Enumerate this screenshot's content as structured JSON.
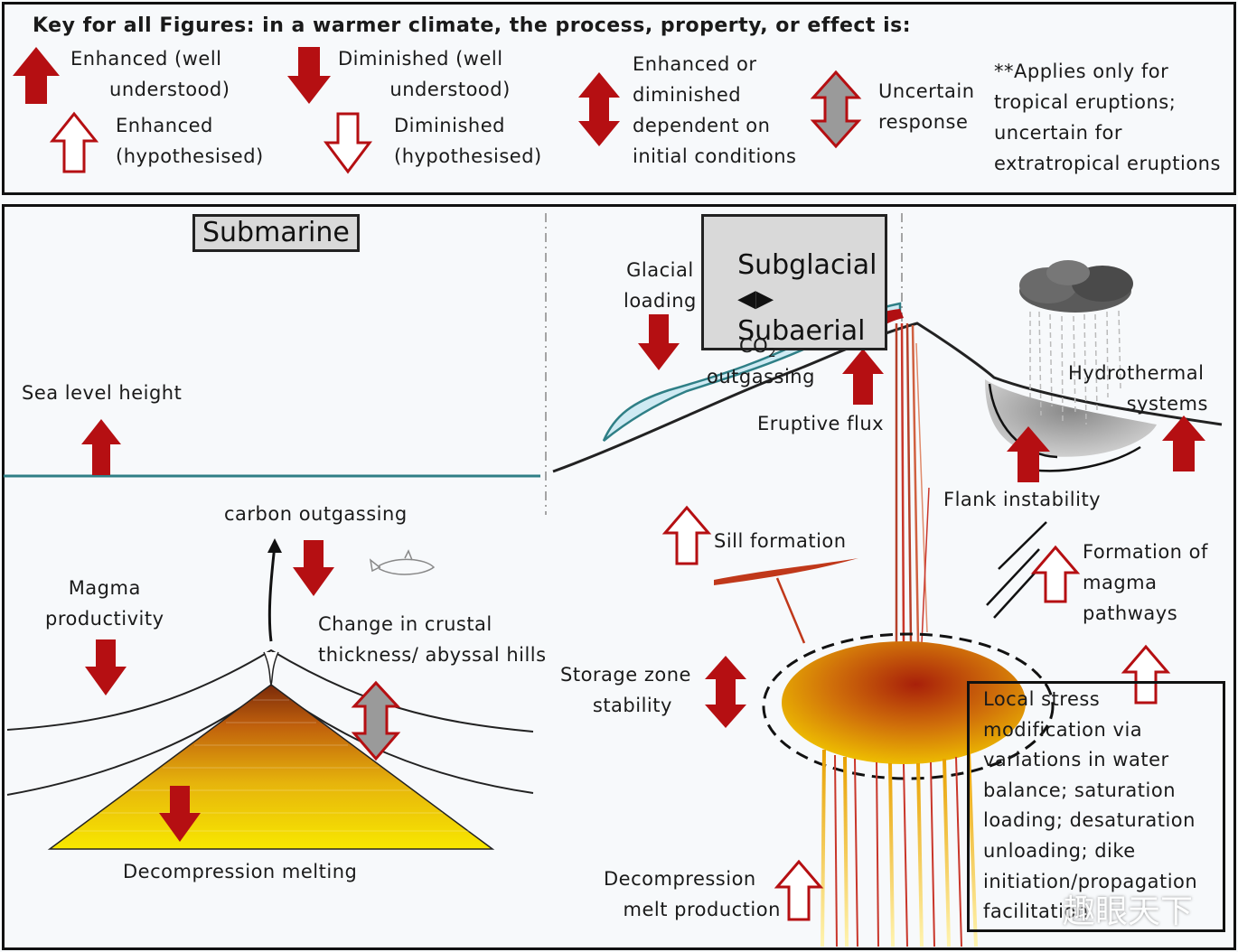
{
  "key": {
    "title": "Key for all Figures: in a warmer climate, the process, property, or effect is:",
    "enhanced_well": "Enhanced (well\n      understood)",
    "enhanced_hyp": "Enhanced\n(hypothesised)",
    "diminished_well": "Diminished (well\n        understood)",
    "diminished_hyp": "Diminished\n(hypothesised)",
    "enh_or_dim": "Enhanced or\ndiminished\ndependent on\ninitial conditions",
    "uncertain": "Uncertain\nresponse",
    "applies_note": "**Applies only for\ntropical eruptions;\nuncertain for\nextratropical eruptions"
  },
  "submarine": {
    "header": "Submarine",
    "sea_level": "Sea level height",
    "carbon_outgassing": "carbon outgassing",
    "magma_productivity": "Magma\nproductivity",
    "crustal": "Change in crustal\nthickness/ abyssal hills",
    "decompression": "Decompression melting"
  },
  "subaerial": {
    "header_left": "Subglacial",
    "header_right": "Subaerial",
    "glacial_loading": "Glacial\nloading",
    "co2": "CO",
    "co2_sub": "2",
    "outgassing": "outgassing",
    "eruptive_flux": "Eruptive flux",
    "hydrothermal": "Hydrothermal\n         systems",
    "flank": "Flank instability",
    "sill": "Sill formation",
    "pathways": "Formation of\nmagma\npathways",
    "storage": "Storage zone\n     stability",
    "decomp_melt": "Decompression\n   melt production",
    "local_stress": "Local stress\nmodification via\nvariations in water\nbalance; saturation\nloading; desaturation\nunloading; dike\ninitiation/propagation\nfacilitation"
  },
  "watermark": "趣眼天下",
  "colors": {
    "arrow_red": "#b50f12",
    "uncertain_grey": "#9a9a9a",
    "sea": "#2f7f86",
    "ice": "#cfeaf3"
  }
}
